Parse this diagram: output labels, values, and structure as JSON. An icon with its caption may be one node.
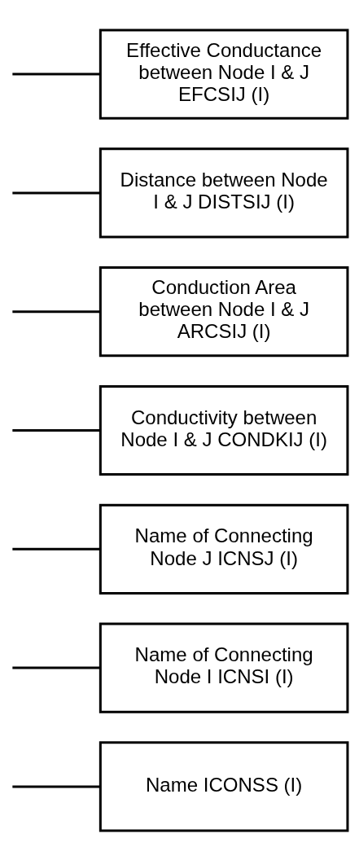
{
  "diagram": {
    "nodes": [
      {
        "text": [
          "Name ICONSS (I)"
        ]
      },
      {
        "text": [
          "Name of Connecting Node I ICNSI (I)"
        ]
      },
      {
        "text": [
          "Name of Connecting Node J ICNSJ (I)"
        ]
      },
      {
        "text": [
          "Conductivity between Node I & J CONDKIJ (I)"
        ]
      },
      {
        "text": [
          "Conduction Area between Node I & J ARCSIJ (I)"
        ]
      },
      {
        "text": [
          "Distance between Node I & J DISTSIJ (I)"
        ]
      },
      {
        "text": [
          "Effective Conductance between Node I & J EFCSIJ (I)"
        ]
      }
    ],
    "edges": [
      {
        "from": null,
        "to": 0,
        "arrow": "none"
      },
      {
        "from": null,
        "to": 1,
        "arrow": "none"
      },
      {
        "from": null,
        "to": 2,
        "arrow": "none"
      },
      {
        "from": null,
        "to": 3,
        "arrow": "none"
      },
      {
        "from": null,
        "to": 4,
        "arrow": "none"
      },
      {
        "from": null,
        "to": 5,
        "arrow": "none"
      },
      {
        "from": null,
        "to": 6,
        "arrow": "none"
      }
    ]
  }
}
